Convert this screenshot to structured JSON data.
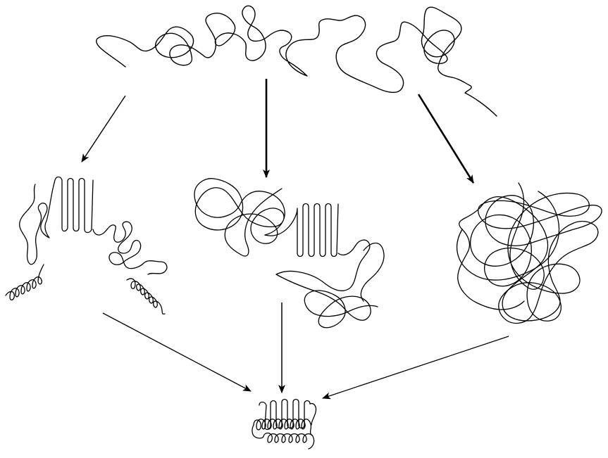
{
  "figure": {
    "line_color": "#000000",
    "background": "#ffffff"
  },
  "nodes": [
    {
      "id": "unfolded-chain",
      "kind": "random coil"
    },
    {
      "id": "intermediate-left",
      "kind": "partial secondary structure"
    },
    {
      "id": "intermediate-center",
      "kind": "collapsed with hairpin"
    },
    {
      "id": "intermediate-right",
      "kind": "molten globule"
    },
    {
      "id": "folded-state",
      "kind": "compact helical bundle"
    }
  ],
  "edges": [
    {
      "from": "unfolded-chain",
      "to": "intermediate-left",
      "weight": "thin"
    },
    {
      "from": "unfolded-chain",
      "to": "intermediate-center",
      "weight": "bold"
    },
    {
      "from": "unfolded-chain",
      "to": "intermediate-right",
      "weight": "bold"
    },
    {
      "from": "intermediate-left",
      "to": "folded-state",
      "weight": "thin"
    },
    {
      "from": "intermediate-center",
      "to": "folded-state",
      "weight": "thin"
    },
    {
      "from": "intermediate-right",
      "to": "folded-state",
      "weight": "thin"
    }
  ]
}
